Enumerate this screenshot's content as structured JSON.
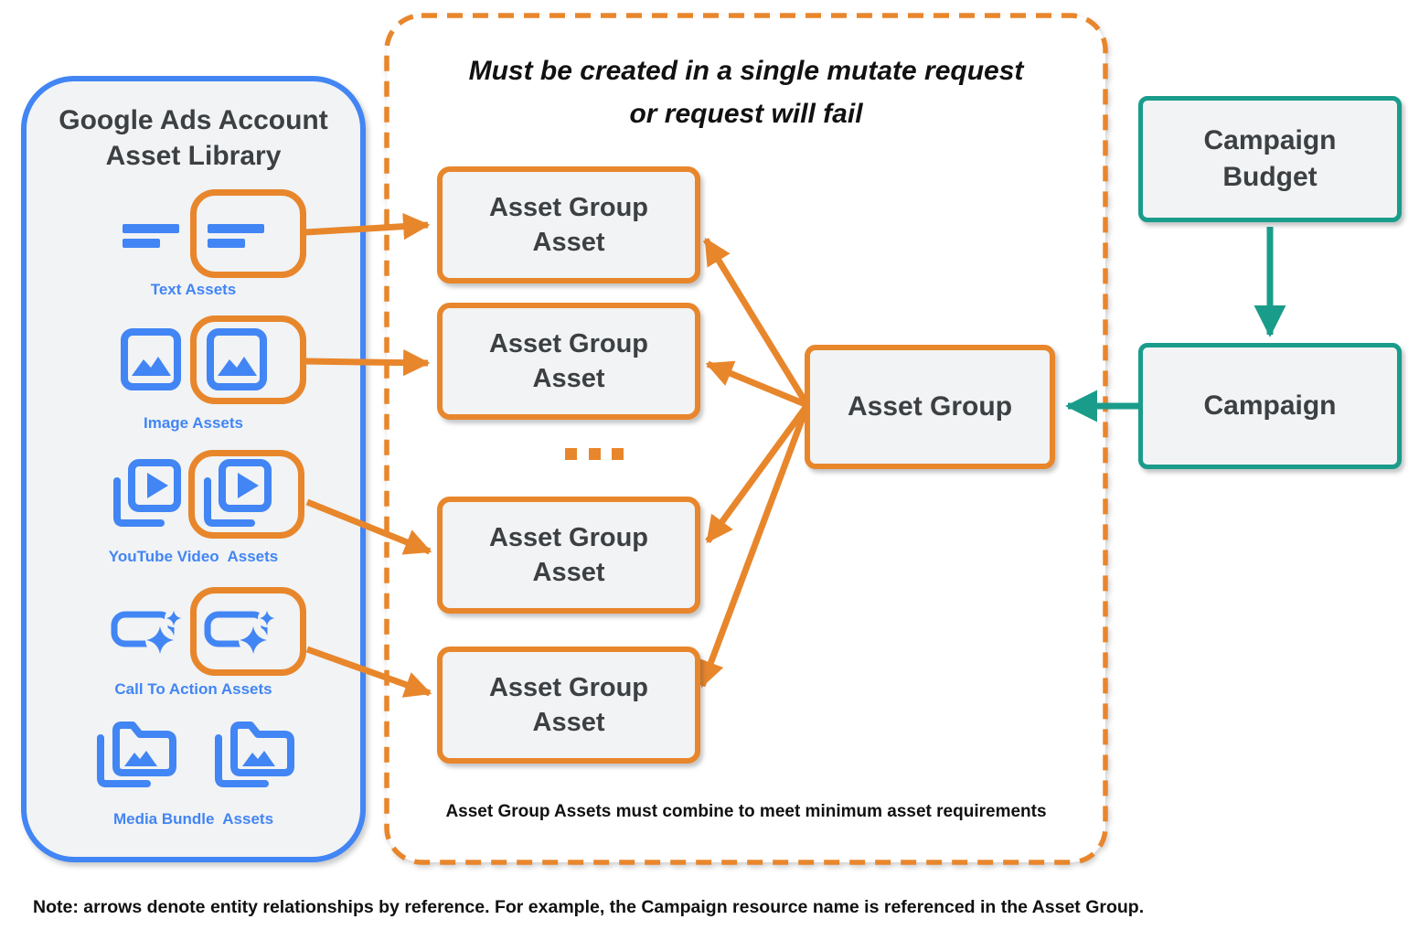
{
  "colors": {
    "blue": "#4285F4",
    "orange": "#E8862C",
    "teal": "#1A9C8B",
    "panel_fill": "#F1F3F4",
    "dark_text": "#3C4043",
    "black_text": "#111111"
  },
  "asset_library": {
    "title_line1": "Google Ads Account",
    "title_line2": "Asset Library",
    "items": [
      {
        "label": "Text Assets",
        "icon": "text-lines-icon",
        "highlighted": true
      },
      {
        "label": "Image Assets",
        "icon": "image-icon",
        "highlighted": true
      },
      {
        "label": "YouTube Video  Assets",
        "icon": "youtube-video-icon",
        "highlighted": true
      },
      {
        "label": "Call To Action Assets",
        "icon": "call-to-action-icon",
        "highlighted": true
      },
      {
        "label": "Media Bundle  Assets",
        "icon": "media-bundle-icon",
        "highlighted": false
      }
    ]
  },
  "mutate_panel": {
    "title_line1": "Must be created in a single mutate request",
    "title_line2": "or request will fail",
    "asset_group_asset": {
      "line1": "Asset Group",
      "line2": "Asset"
    },
    "ellipsis": "...",
    "footer": "Asset Group Assets must combine to meet minimum asset requirements"
  },
  "asset_group": {
    "label": "Asset Group"
  },
  "campaign_budget": {
    "line1": "Campaign",
    "line2": "Budget"
  },
  "campaign": {
    "label": "Campaign"
  },
  "note": "Note: arrows denote entity relationships by reference. For example, the Campaign resource name is referenced in the Asset Group."
}
